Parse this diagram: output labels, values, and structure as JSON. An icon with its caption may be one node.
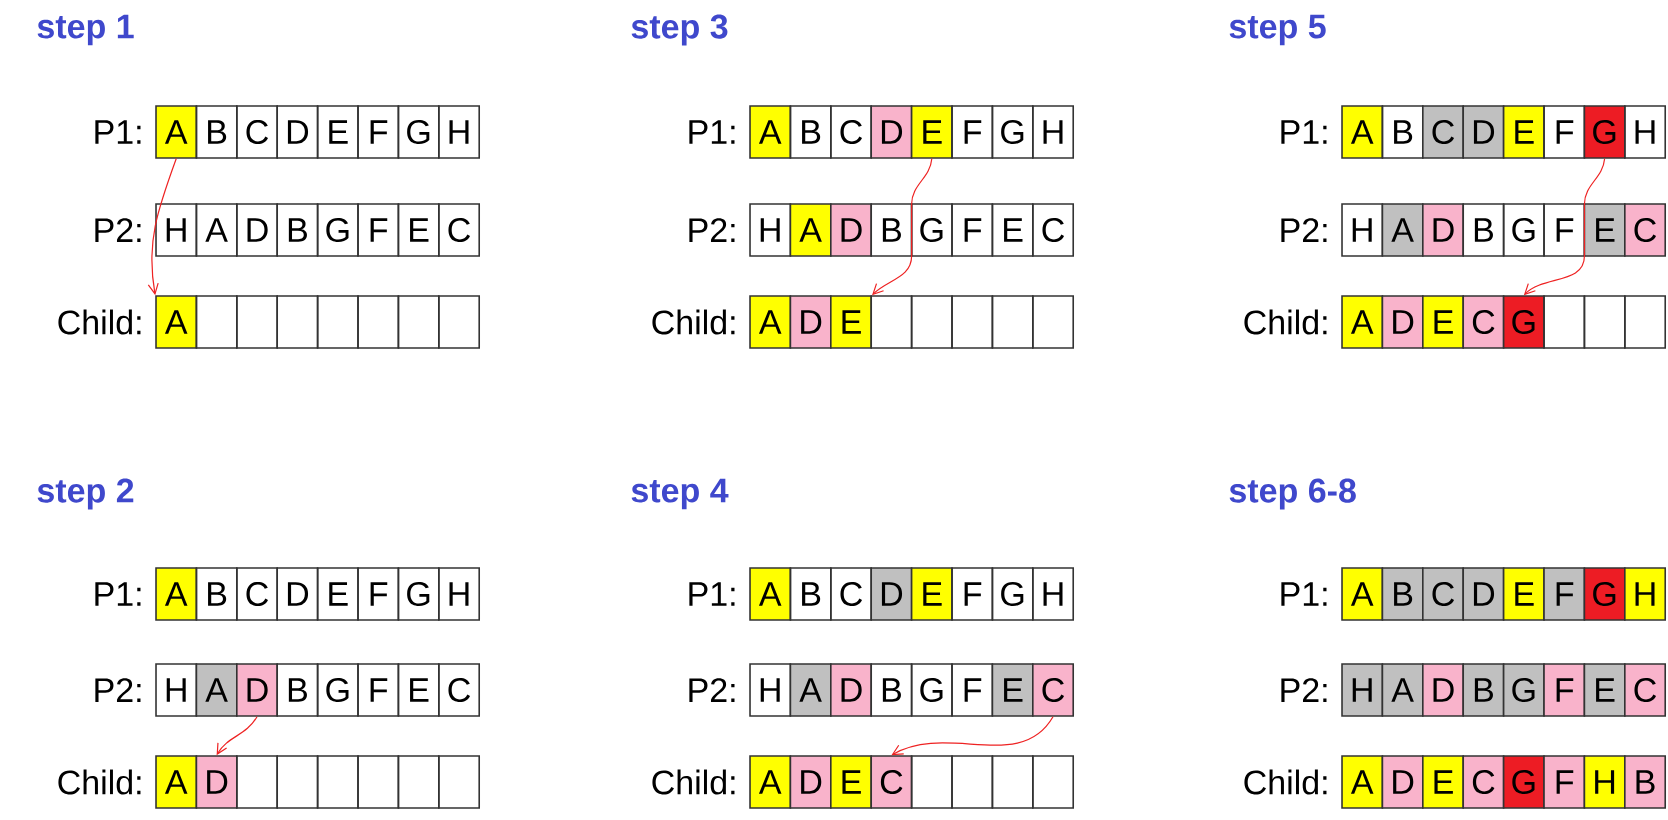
{
  "diagram": {
    "nodes": [
      {
        "text": [
          "A"
        ]
      },
      {
        "text": [
          "B"
        ]
      },
      {
        "text": [
          "C"
        ]
      },
      {
        "text": [
          "D"
        ]
      },
      {
        "text": [
          "E"
        ]
      },
      {
        "text": [
          "F"
        ]
      },
      {
        "text": [
          "G"
        ]
      },
      {
        "text": [
          "H"
        ]
      },
      {
        "text": [
          "H"
        ]
      },
      {
        "text": [
          "A"
        ]
      },
      {
        "text": [
          "D"
        ]
      },
      {
        "text": [
          "B"
        ]
      },
      {
        "text": [
          "G"
        ]
      },
      {
        "text": [
          "F"
        ]
      },
      {
        "text": [
          "E"
        ]
      },
      {
        "text": [
          "C"
        ]
      },
      {
        "text": [
          "A"
        ]
      },
      {
        "text": [],
        "shape": "box"
      },
      {
        "text": [],
        "shape": "box"
      },
      {
        "text": [],
        "shape": "box"
      },
      {
        "text": [],
        "shape": "box"
      },
      {
        "text": [],
        "shape": "box"
      },
      {
        "text": [],
        "shape": "box"
      },
      {
        "text": [],
        "shape": "box"
      },
      {
        "text": [
          "A"
        ]
      },
      {
        "text": [
          "B"
        ]
      },
      {
        "text": [
          "C"
        ]
      },
      {
        "text": [
          "D"
        ]
      },
      {
        "text": [
          "E"
        ]
      },
      {
        "text": [
          "F"
        ]
      },
      {
        "text": [
          "G"
        ]
      },
      {
        "text": [
          "H"
        ]
      },
      {
        "text": [
          "H"
        ]
      },
      {
        "text": [
          "A"
        ]
      },
      {
        "text": [
          "D"
        ]
      },
      {
        "text": [
          "B"
        ]
      },
      {
        "text": [
          "G"
        ]
      },
      {
        "text": [
          "F"
        ]
      },
      {
        "text": [
          "E"
        ]
      },
      {
        "text": [
          "C"
        ]
      },
      {
        "text": [
          "A"
        ]
      },
      {
        "text": [
          "D"
        ]
      },
      {
        "text": [
          "E"
        ]
      },
      {
        "text": [],
        "shape": "box"
      },
      {
        "text": [],
        "shape": "box"
      },
      {
        "text": [],
        "shape": "box"
      },
      {
        "text": [],
        "shape": "box"
      },
      {
        "text": [],
        "shape": "box"
      },
      {
        "text": [
          "A"
        ]
      },
      {
        "text": [
          "B"
        ]
      },
      {
        "text": [
          "C"
        ]
      },
      {
        "text": [
          "D"
        ]
      },
      {
        "text": [
          "E"
        ]
      },
      {
        "text": [
          "F"
        ]
      },
      {
        "text": [
          "G"
        ]
      },
      {
        "text": [
          "H"
        ]
      },
      {
        "text": [
          "H"
        ]
      },
      {
        "text": [
          "A"
        ]
      },
      {
        "text": [
          "D"
        ]
      },
      {
        "text": [
          "B"
        ]
      },
      {
        "text": [
          "G"
        ]
      },
      {
        "text": [
          "F"
        ]
      },
      {
        "text": [
          "E"
        ]
      },
      {
        "text": [
          "C"
        ]
      },
      {
        "text": [
          "A"
        ]
      },
      {
        "text": [
          "D"
        ]
      },
      {
        "text": [
          "E"
        ]
      },
      {
        "text": [
          "C"
        ]
      },
      {
        "text": [
          "G"
        ]
      },
      {
        "text": [],
        "shape": "box"
      },
      {
        "text": [],
        "shape": "box"
      },
      {
        "text": [],
        "shape": "box"
      },
      {
        "text": [
          "A"
        ]
      },
      {
        "text": [
          "B"
        ]
      },
      {
        "text": [
          "C"
        ]
      },
      {
        "text": [
          "D"
        ]
      },
      {
        "text": [
          "E"
        ]
      },
      {
        "text": [
          "F"
        ]
      },
      {
        "text": [
          "G"
        ]
      },
      {
        "text": [
          "H"
        ]
      },
      {
        "text": [
          "H"
        ]
      },
      {
        "text": [
          "A"
        ]
      },
      {
        "text": [
          "D"
        ]
      },
      {
        "text": [
          "B"
        ]
      },
      {
        "text": [
          "G"
        ]
      },
      {
        "text": [
          "F"
        ]
      },
      {
        "text": [
          "E"
        ]
      },
      {
        "text": [
          "C"
        ]
      },
      {
        "text": [
          "A"
        ]
      },
      {
        "text": [
          "D"
        ]
      },
      {
        "text": [],
        "shape": "box"
      },
      {
        "text": [],
        "shape": "box"
      },
      {
        "text": [],
        "shape": "box"
      },
      {
        "text": [],
        "shape": "box"
      },
      {
        "text": [],
        "shape": "box"
      },
      {
        "text": [],
        "shape": "box"
      },
      {
        "text": [
          "A"
        ]
      },
      {
        "text": [
          "B"
        ]
      },
      {
        "text": [
          "C"
        ]
      },
      {
        "text": [
          "D"
        ]
      },
      {
        "text": [
          "E"
        ]
      },
      {
        "text": [
          "F"
        ]
      },
      {
        "text": [
          "G"
        ]
      },
      {
        "text": [
          "H"
        ]
      },
      {
        "text": [
          "H"
        ]
      },
      {
        "text": [
          "A"
        ]
      },
      {
        "text": [
          "D"
        ]
      },
      {
        "text": [
          "B"
        ]
      },
      {
        "text": [
          "G"
        ]
      },
      {
        "text": [
          "F"
        ]
      },
      {
        "text": [
          "E"
        ]
      },
      {
        "text": [
          "C"
        ]
      },
      {
        "text": [
          "A"
        ]
      },
      {
        "text": [
          "D"
        ]
      },
      {
        "text": [
          "E"
        ]
      },
      {
        "text": [
          "C"
        ]
      },
      {
        "text": [],
        "shape": "box"
      },
      {
        "text": [],
        "shape": "box"
      },
      {
        "text": [],
        "shape": "box"
      },
      {
        "text": [],
        "shape": "box"
      },
      {
        "text": [
          "A"
        ]
      },
      {
        "text": [
          "B"
        ]
      },
      {
        "text": [
          "C"
        ]
      },
      {
        "text": [
          "D"
        ]
      },
      {
        "text": [
          "E"
        ]
      },
      {
        "text": [
          "F"
        ]
      },
      {
        "text": [
          "G"
        ]
      },
      {
        "text": [
          "H"
        ]
      },
      {
        "text": [
          "H"
        ]
      },
      {
        "text": [
          "A"
        ]
      },
      {
        "text": [
          "D"
        ]
      },
      {
        "text": [
          "B"
        ]
      },
      {
        "text": [
          "G"
        ]
      },
      {
        "text": [
          "F"
        ]
      },
      {
        "text": [
          "E"
        ]
      },
      {
        "text": [
          "C"
        ]
      },
      {
        "text": [
          "A"
        ]
      },
      {
        "text": [
          "D"
        ]
      },
      {
        "text": [
          "E"
        ]
      },
      {
        "text": [
          "C"
        ]
      },
      {
        "text": [
          "G"
        ]
      },
      {
        "text": [
          "F"
        ]
      },
      {
        "text": [
          "H"
        ]
      },
      {
        "text": [
          "B"
        ]
      }
    ],
    "edges": [
      {
        "from": 0,
        "to": 16,
        "arrow": "to"
      },
      {
        "from": 28,
        "to": 42,
        "arrow": "to"
      },
      {
        "from": 54,
        "to": 68,
        "arrow": "to"
      },
      {
        "from": 82,
        "to": 89,
        "arrow": "to"
      },
      {
        "from": 111,
        "to": 115,
        "arrow": "to"
      }
    ],
    "labels": [
      "step 1",
      "step 3",
      "step 5",
      "P1:",
      "P1:",
      "P1:",
      "P2:",
      "P2:",
      "P2:",
      "Child:",
      "Child:",
      "Child:",
      "step 2",
      "step 4",
      "step 6-8",
      "P1:",
      "P1:",
      "P1:",
      "P2:",
      "P2:",
      "P2:",
      "Child:",
      "Child:",
      "Child:"
    ]
  }
}
